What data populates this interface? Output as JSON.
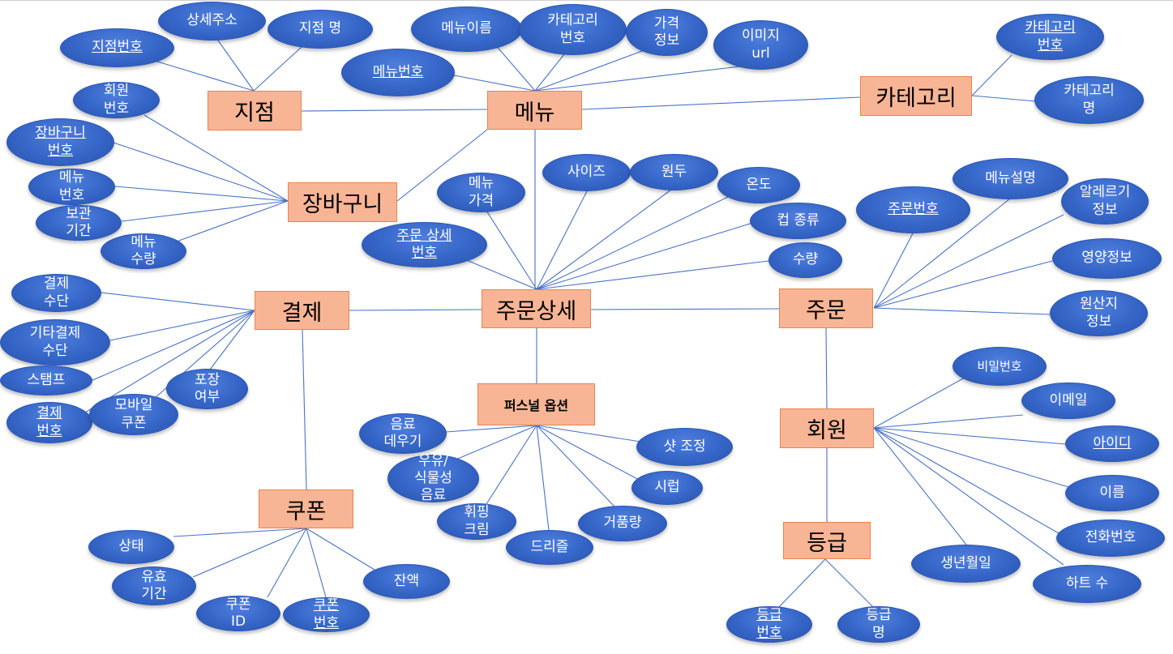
{
  "entities": {
    "branch": "지점",
    "menu": "메뉴",
    "category": "카테고리",
    "cart": "장바구니",
    "payment": "결제",
    "order_detail": "주문상세",
    "order": "주문",
    "personal_option": "퍼스널 옵션",
    "coupon": "쿠폰",
    "member": "회원",
    "grade": "등급"
  },
  "attributes": {
    "branch_address": "상세주소",
    "branch_name": "지점 명",
    "branch_no": "지점번호",
    "menu_name": "메뉴이름",
    "menu_category_no": "카테고리\n번호",
    "menu_price_info": "가격\n정보",
    "menu_image_url": "이미지\nurl",
    "menu_no": "메뉴번호",
    "category_no": "카테고리\n번호",
    "category_name": "카테고리\n명",
    "cart_member_no": "회원\n번호",
    "cart_no": "장바구니\n번호",
    "cart_menu_no": "메뉴\n번호",
    "cart_period": "보관\n기간",
    "cart_qty": "메뉴\n수량",
    "od_menu_price": "메뉴\n가격",
    "od_size": "사이즈",
    "od_bean": "원두",
    "od_temp": "온도",
    "od_cup": "컵 종류",
    "od_no": "주문 상세\n번호",
    "od_qty": "수량",
    "ord_menu_desc": "메뉴설명",
    "ord_no": "주문번호",
    "ord_allergy": "알레르기\n정보",
    "ord_nutrition": "영양정보",
    "ord_origin": "원산지\n정보",
    "pay_method": "결제\n수단",
    "pay_other": "기타결제\n수단",
    "pay_stamp": "스탬프",
    "pay_wrap": "포장\n여부",
    "pay_no": "결제\n번호",
    "pay_mobile_coupon": "모바일\n쿠폰",
    "opt_warm": "음료\n데우기",
    "opt_milk": "우유/\n식물성\n음료",
    "opt_shot": "샷 조정",
    "opt_syrup": "시럽",
    "opt_whip": "휘핑\n크림",
    "opt_drizzle": "드리즐",
    "opt_foam": "거품량",
    "cp_status": "상태",
    "cp_expiry": "유효\n기간",
    "cp_id": "쿠폰\nID",
    "cp_no": "쿠폰\n번호",
    "cp_balance": "잔액",
    "mb_password": "비밀번호",
    "mb_email": "이메일",
    "mb_id": "아이디",
    "mb_name": "이름",
    "mb_phone": "전화번호",
    "mb_birth": "생년월일",
    "mb_hearts": "하트 수",
    "gr_no": "등급\n번호",
    "gr_name": "등급\n명"
  },
  "colors": {
    "entity_fill": "#f8b595",
    "entity_border": "#e9834f",
    "attribute_fill": "#3565c7",
    "line": "#4a72c4"
  }
}
